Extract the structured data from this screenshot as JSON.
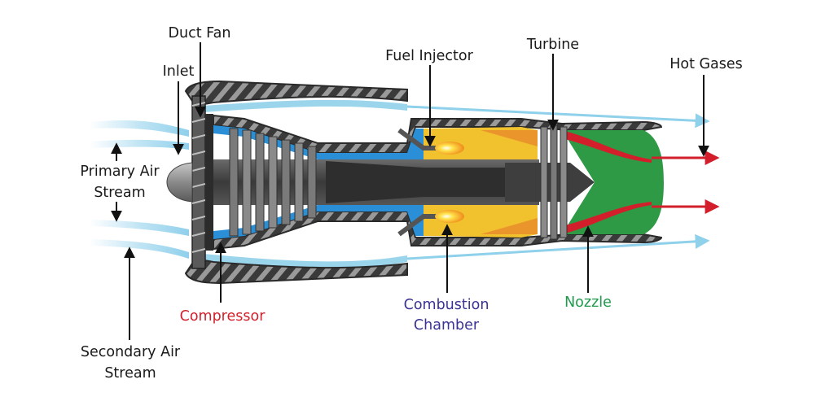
{
  "labels": {
    "duct_fan": "Duct Fan",
    "inlet": "Inlet",
    "primary_air_line1": "Primary Air",
    "primary_air_line2": "Stream",
    "secondary_air_line1": "Secondary Air",
    "secondary_air_line2": "Stream",
    "fuel_injector": "Fuel Injector",
    "turbine": "Turbine",
    "hot_gases": "Hot Gases",
    "compressor": "Compressor",
    "combustion_line1": "Combustion",
    "combustion_line2": "Chamber",
    "nozzle": "Nozzle"
  },
  "colors": {
    "casing": "#4a4a4a",
    "casing_dark": "#2f2f2f",
    "hatch": "#8a8a8a",
    "air_flow": "#8fd0ea",
    "primary_flow": "#2a8fd6",
    "fuel_zone": "#f1c12e",
    "nozzle_green": "#2e9a46",
    "hot_red": "#d21f2b",
    "label_compressor": "#d21f2b",
    "label_combustion": "#3b3394",
    "label_nozzle": "#1f9a4d"
  }
}
